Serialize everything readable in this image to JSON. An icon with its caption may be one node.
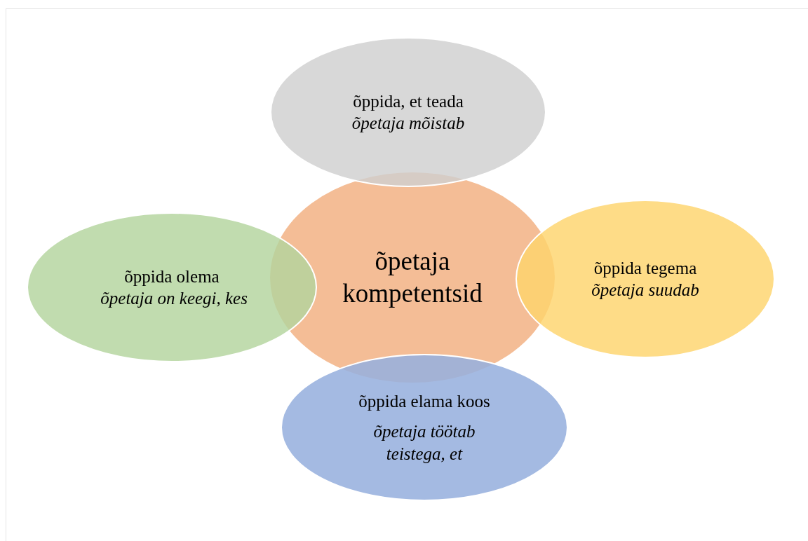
{
  "diagram": {
    "nodes": [
      {
        "text": [
          "õppida, et teada",
          "õpetaja mõistab"
        ]
      },
      {
        "text": [
          "õppida olema",
          "õpetaja on keegi, kes"
        ]
      },
      {
        "text": [
          "õpetaja kompetentsid"
        ]
      },
      {
        "text": [
          "õppida tegema",
          "õpetaja suudab"
        ]
      },
      {
        "text": [
          "õppida elama koos",
          "õpetaja töötab teistega, et"
        ]
      }
    ]
  }
}
